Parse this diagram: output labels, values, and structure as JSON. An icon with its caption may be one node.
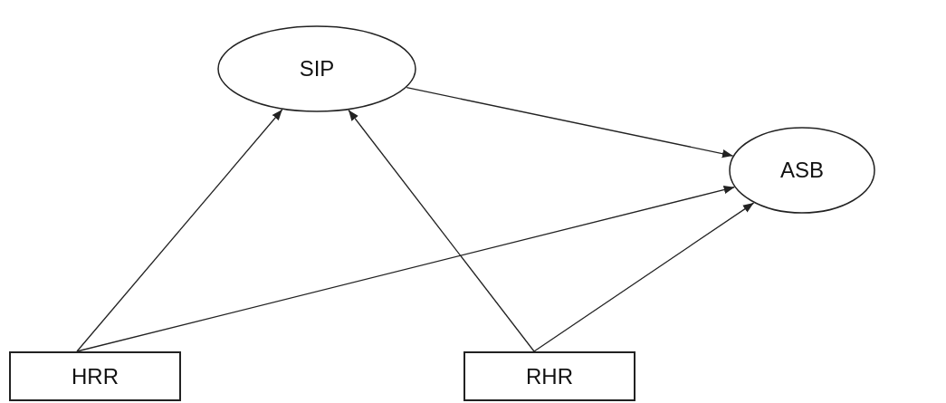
{
  "diagram": {
    "nodes": [
      {
        "text": [
          "SIP"
        ]
      },
      {
        "text": [
          "ASB"
        ]
      },
      {
        "text": [
          "HRR"
        ]
      },
      {
        "text": [
          "RHR"
        ]
      }
    ],
    "edges": [
      {
        "from": 2,
        "to": 0,
        "arrow": "to"
      },
      {
        "from": 3,
        "to": 0,
        "arrow": "to"
      },
      {
        "from": 0,
        "to": 1,
        "arrow": "to"
      },
      {
        "from": 2,
        "to": 1,
        "arrow": "to"
      },
      {
        "from": 3,
        "to": 1,
        "arrow": "to"
      }
    ]
  }
}
